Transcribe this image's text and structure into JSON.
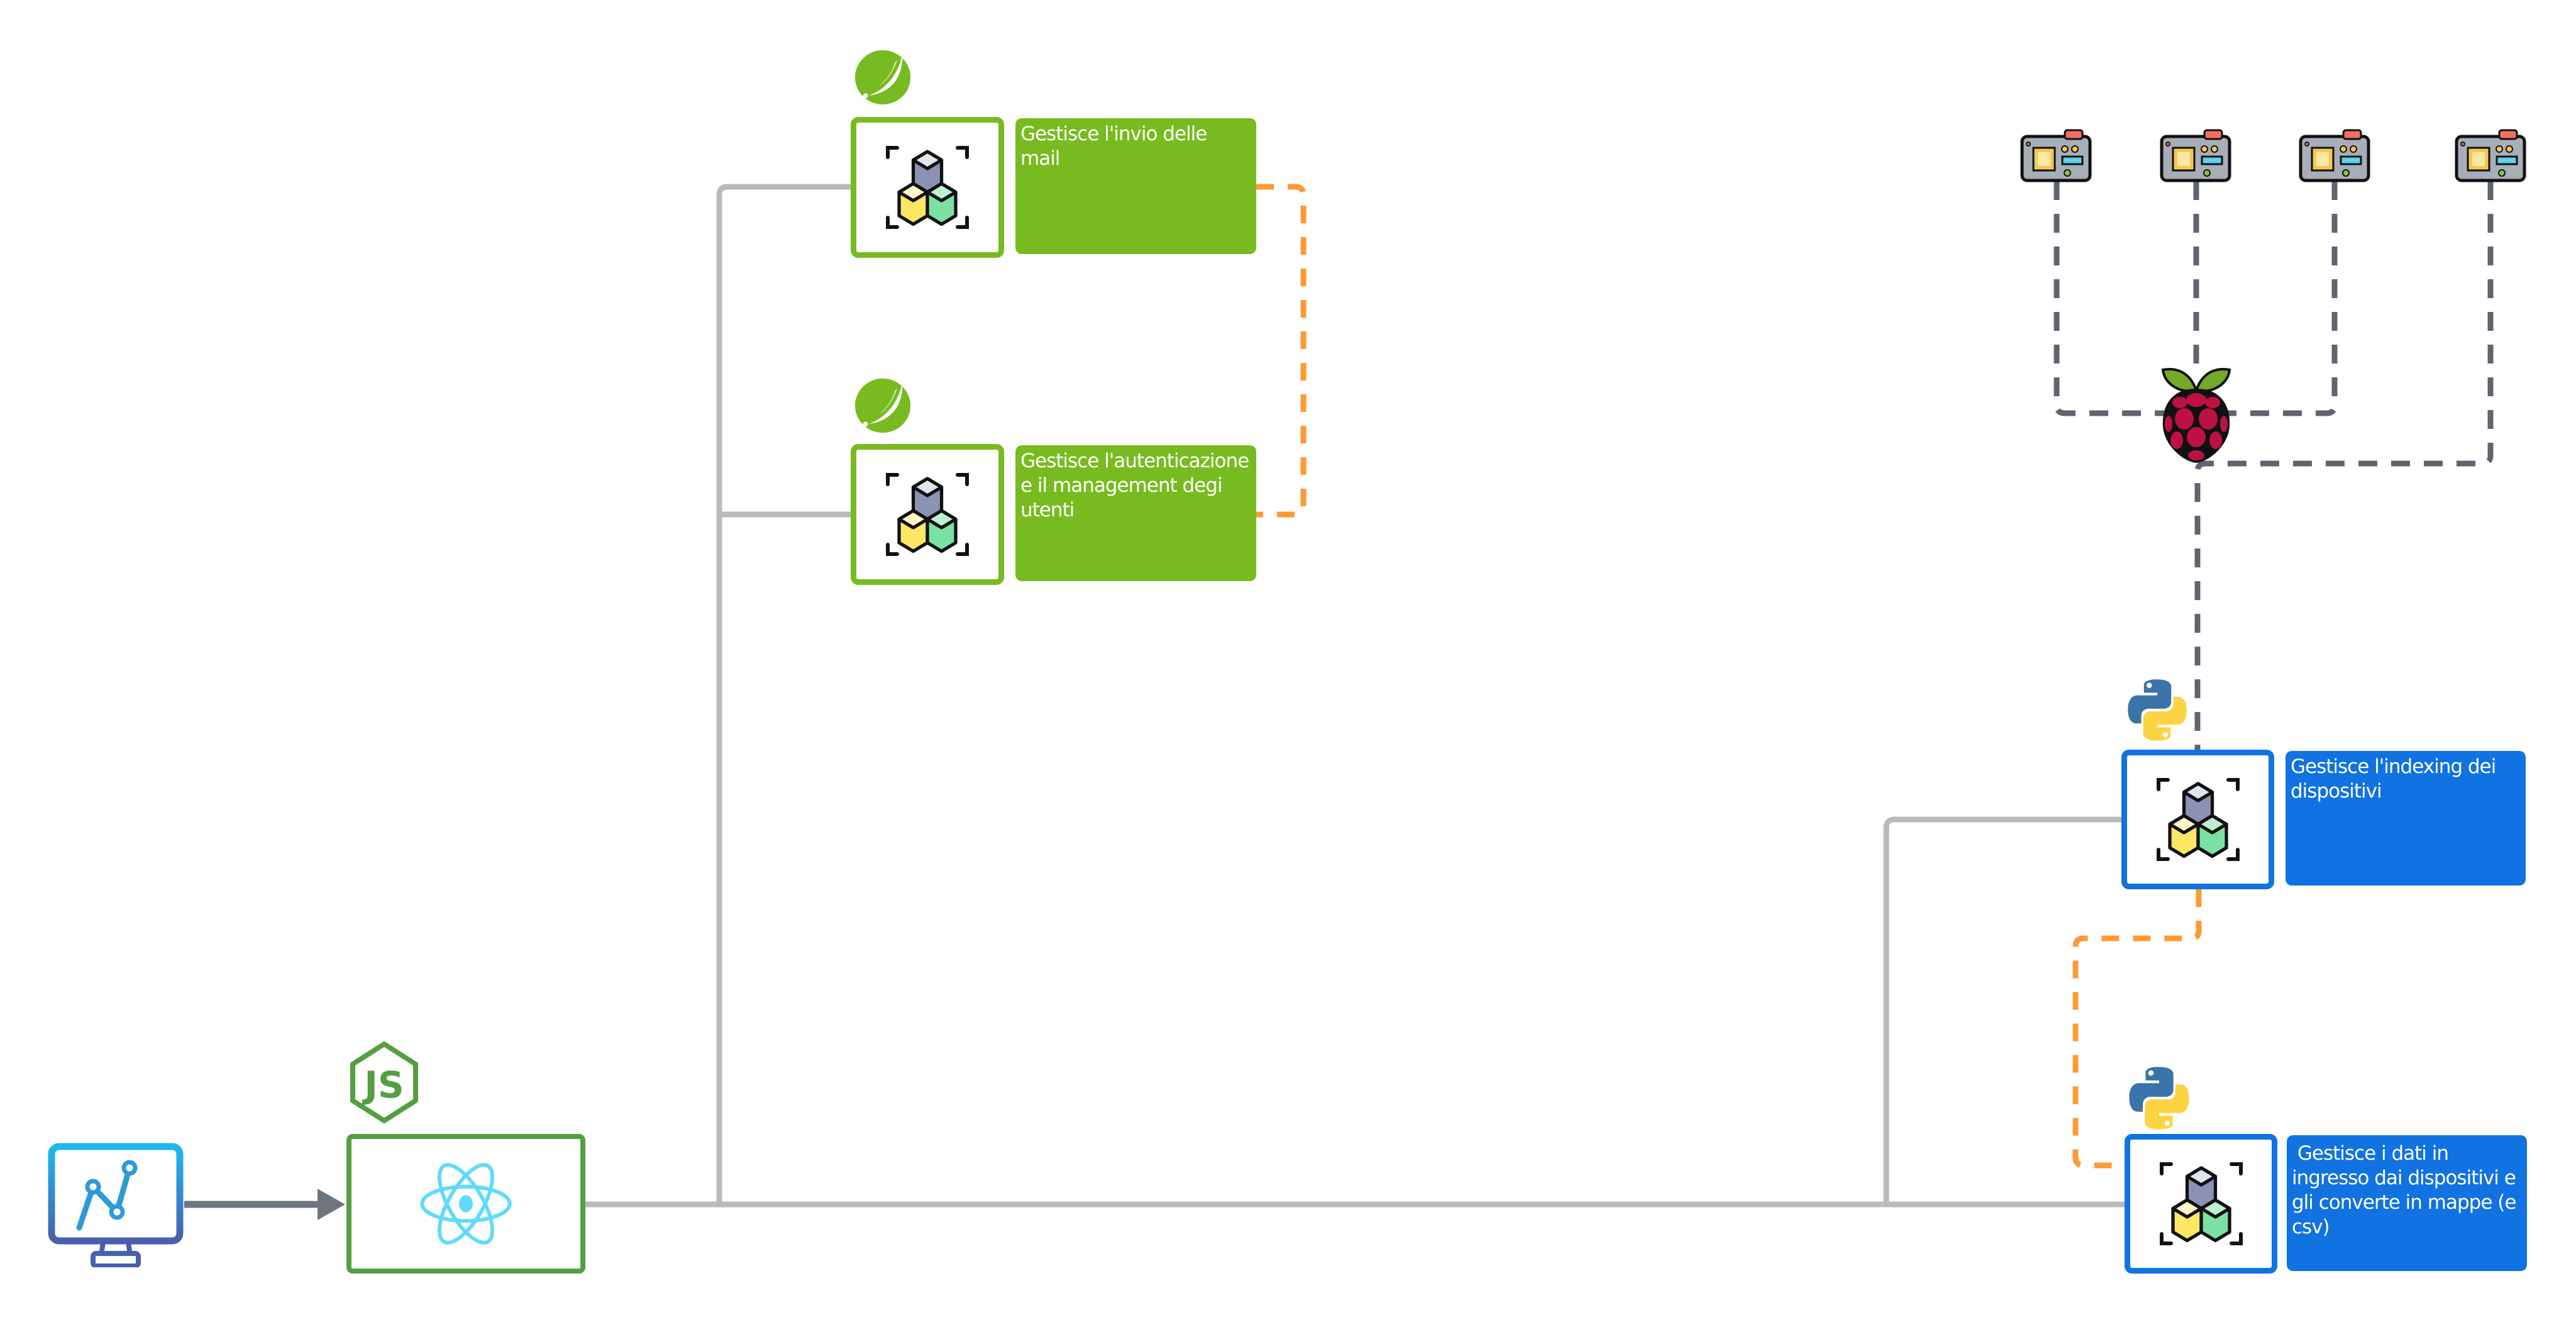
{
  "diagram": {
    "title": "Architecture diagram",
    "colors": {
      "spring_green": "#78BB20",
      "node_green": "#559F42",
      "python_blue": "#1172E2",
      "connector_grey": "#BABABA",
      "dashed_dark": "#5F6470",
      "dashed_orange": "#FF9933",
      "arrow_grey": "#6E7480",
      "react_cyan": "#61DAFB"
    },
    "client": {
      "icon": "monitor-chart-icon",
      "label": "Dashboard client"
    },
    "frontend": {
      "icon": "react-icon",
      "badge": "nodejs-icon",
      "label": "React frontend on Node.js"
    },
    "services": [
      {
        "id": "mail-service",
        "tech": "spring",
        "badge": "spring-leaf-icon",
        "icon": "microservice-cubes-icon",
        "description": "Gestisce l'invio delle mail"
      },
      {
        "id": "auth-service",
        "tech": "spring",
        "badge": "spring-leaf-icon",
        "icon": "microservice-cubes-icon",
        "description": "Gestisce l'autenticazione e il management degi utenti"
      },
      {
        "id": "indexing-service",
        "tech": "python",
        "badge": "python-icon",
        "icon": "microservice-cubes-icon",
        "description": "Gestisce l'indexing dei dispositivi"
      },
      {
        "id": "ingest-service",
        "tech": "python",
        "badge": "python-icon",
        "icon": "microservice-cubes-icon",
        "description": " Gestisce i dati in ingresso dai dispositivi e gli converte in mappe (e csv)"
      }
    ],
    "devices": [
      {
        "id": "device-1",
        "icon": "circuit-board-icon"
      },
      {
        "id": "device-2",
        "icon": "circuit-board-icon"
      },
      {
        "id": "device-3",
        "icon": "circuit-board-icon"
      },
      {
        "id": "device-4",
        "icon": "circuit-board-icon"
      }
    ],
    "gateway": {
      "icon": "raspberry-pi-icon",
      "label": "Raspberry Pi gateway"
    },
    "connections": [
      {
        "from": "client",
        "to": "frontend",
        "style": "arrow"
      },
      {
        "from": "frontend",
        "to": "mail-service",
        "style": "solid"
      },
      {
        "from": "frontend",
        "to": "auth-service",
        "style": "solid"
      },
      {
        "from": "frontend",
        "to": "indexing-service",
        "style": "solid"
      },
      {
        "from": "frontend",
        "to": "ingest-service",
        "style": "solid"
      },
      {
        "from": "mail-service",
        "to": "auth-service",
        "style": "dashed-orange"
      },
      {
        "from": "indexing-service",
        "to": "ingest-service",
        "style": "dashed-orange"
      },
      {
        "from": "device-1",
        "to": "gateway",
        "style": "dashed"
      },
      {
        "from": "device-2",
        "to": "gateway",
        "style": "dashed"
      },
      {
        "from": "device-3",
        "to": "gateway",
        "style": "dashed"
      },
      {
        "from": "device-4",
        "to": "gateway",
        "style": "dashed"
      },
      {
        "from": "gateway",
        "to": "indexing-service",
        "style": "dashed"
      }
    ]
  }
}
